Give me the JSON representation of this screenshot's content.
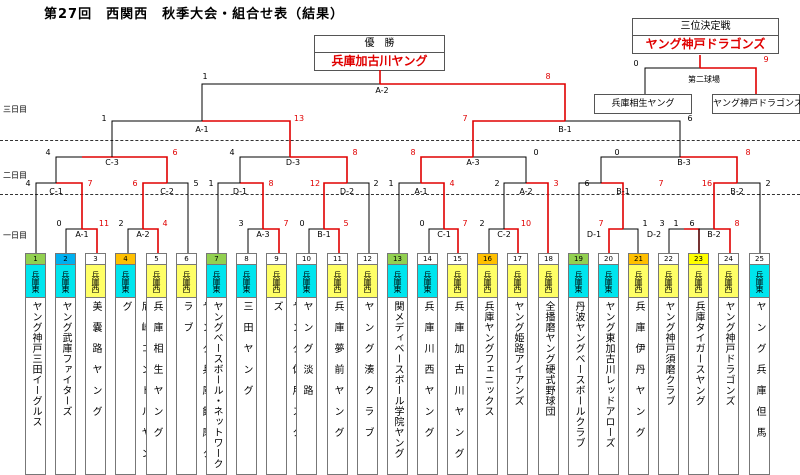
{
  "title": "第27回　西関西　秋季大会・組合せ表（結果）",
  "champion": {
    "label": "優　勝",
    "team": "兵庫加古川ヤング"
  },
  "third_place": {
    "label": "三位決定戦",
    "winner": "ヤング神戸ドラゴンズ",
    "venue": "第二球場",
    "team_left": "兵庫相生ヤング",
    "team_right": "ヤング神戸ドラゴンズ",
    "score_left": "0",
    "score_right": "9"
  },
  "days": [
    "三日目",
    "二日目",
    "一日目"
  ],
  "match_labels": {
    "a2": "A-2",
    "b1_final": "B-1",
    "a1_semi": "A-1",
    "c3": "C-3",
    "d3": "D-3",
    "a3": "A-3",
    "b3": "B-3",
    "c1": "C-1",
    "c2": "C-2",
    "d1": "D-1",
    "d2": "D-2",
    "a1_r2": "A-1",
    "a2_r2": "A-2",
    "b1_r2": "B-1",
    "b2_r2": "B-2",
    "a1_r1": "A-1",
    "a2_r1": "A-2",
    "a3_r1": "A-3",
    "b1_r1": "B-1",
    "c1_r1": "C-1",
    "c2_r1": "C-2",
    "d1_r1": "D-1",
    "d2_r1": "D-2",
    "b2_r1": "B-2"
  },
  "scores": {
    "final_l": "1",
    "final_r": "8",
    "semi1_l": "1",
    "semi1_r": "13",
    "semi2_l": "7",
    "semi2_r": "6",
    "c3_l": "4",
    "c3_r": "6",
    "d3_l": "4",
    "d3_r": "8",
    "a3_l": "8",
    "a3_r": "0",
    "b3_l": "0",
    "b3_r": "8",
    "c1_l": "4",
    "c1_r": "7",
    "c2_l": "6",
    "c2_r": "5",
    "d1_l": "1",
    "d1_r": "8",
    "d2_l": "12",
    "d2_r": "2",
    "a1_l": "1",
    "a1_r": "4",
    "a2_l": "2",
    "a2_r": "3",
    "b1_l": "6",
    "b1_r": "7",
    "b2_l": "16",
    "b2_r": "2",
    "r1_1_l": "0",
    "r1_1_r": "11",
    "r1_2_l": "2",
    "r1_2_r": "4",
    "r1_3_l": "3",
    "r1_3_r": "7",
    "r1_4_l": "0",
    "r1_4_r": "5",
    "r1_5_l": "0",
    "r1_5_r": "7",
    "r1_6_l": "2",
    "r1_6_r": "10",
    "r1_7_l": "7",
    "r1_7_r": "1",
    "r1_8_l": "3",
    "r1_8_r": "1",
    "r1_9_l": "6",
    "r1_9_r": "8"
  },
  "colors": {
    "win": "#e00000",
    "line": "#000000",
    "east": "#00e5ee",
    "west": "#ffff66",
    "seed_green": "#92d050",
    "seed_blue": "#00b0f0",
    "seed_orange": "#ffc000",
    "seed_yellow": "#ffff00"
  },
  "teams": [
    {
      "num": "1",
      "section": "兵庫東",
      "name": "ヤング神戸三田イーグルス",
      "num_color": "seed_green",
      "sec_color": "east"
    },
    {
      "num": "2",
      "section": "兵庫東",
      "name": "ヤング武庫ファイターズ",
      "num_color": "seed_blue",
      "sec_color": "east"
    },
    {
      "num": "3",
      "section": "兵庫西",
      "name": "美　嚢　路　ヤ　ン　グ",
      "num_color": "",
      "sec_color": "west"
    },
    {
      "num": "4",
      "section": "兵庫東",
      "name": "尼　崎　コ　ン　ド　ル　ヤ　ン　グ",
      "num_color": "seed_orange",
      "sec_color": "east"
    },
    {
      "num": "5",
      "section": "兵庫西",
      "name": "兵　庫　相　生　ヤ　ン　グ",
      "num_color": "",
      "sec_color": "west"
    },
    {
      "num": "6",
      "section": "兵庫西",
      "name": "ヤ　ン　グ　兵　庫　飾　磨　ク　ラ　ブ",
      "num_color": "",
      "sec_color": "west"
    },
    {
      "num": "7",
      "section": "兵庫東",
      "name": "ヤングベースボール・ネットワーク",
      "num_color": "seed_green",
      "sec_color": "east"
    },
    {
      "num": "8",
      "section": "兵庫東",
      "name": "三　田　ヤ　ン　グ",
      "num_color": "",
      "sec_color": "east"
    },
    {
      "num": "9",
      "section": "兵庫西",
      "name": "ヤ　ン　グ　佐　用　ス　タ　ー　ズ",
      "num_color": "",
      "sec_color": "west"
    },
    {
      "num": "10",
      "section": "兵庫東",
      "name": "ヤ　ン　グ　淡　路",
      "num_color": "",
      "sec_color": "east"
    },
    {
      "num": "11",
      "section": "兵庫西",
      "name": "兵　庫　夢　前　ヤ　ン　グ",
      "num_color": "",
      "sec_color": "west"
    },
    {
      "num": "12",
      "section": "兵庫西",
      "name": "ヤ　ン　グ　湊　ク　ラ　ブ",
      "num_color": "",
      "sec_color": "west"
    },
    {
      "num": "13",
      "section": "兵庫東",
      "name": "関メディベースボール学院ヤング",
      "num_color": "seed_green",
      "sec_color": "east"
    },
    {
      "num": "14",
      "section": "兵庫東",
      "name": "兵　庫　川　西　ヤ　ン　グ",
      "num_color": "",
      "sec_color": "east"
    },
    {
      "num": "15",
      "section": "兵庫西",
      "name": "兵　庫　加　古　川　ヤ　ン　グ",
      "num_color": "",
      "sec_color": "west"
    },
    {
      "num": "16",
      "section": "兵庫西",
      "name": "兵庫ヤングフェニックス",
      "num_color": "seed_orange",
      "sec_color": "west"
    },
    {
      "num": "17",
      "section": "兵庫西",
      "name": "ヤング姫路アイアンズ",
      "num_color": "",
      "sec_color": "west"
    },
    {
      "num": "18",
      "section": "兵庫西",
      "name": "全播磨ヤング硬式野球団",
      "num_color": "",
      "sec_color": "west"
    },
    {
      "num": "19",
      "section": "兵庫東",
      "name": "丹波ヤングベースボールクラブ",
      "num_color": "seed_green",
      "sec_color": "east"
    },
    {
      "num": "20",
      "section": "兵庫東",
      "name": "ヤング東加古川レッドアローズ",
      "num_color": "",
      "sec_color": "east"
    },
    {
      "num": "21",
      "section": "兵庫西",
      "name": "兵　庫　伊　丹　ヤ　ン　グ",
      "num_color": "seed_orange",
      "sec_color": "west"
    },
    {
      "num": "22",
      "section": "兵庫西",
      "name": "ヤング神戸須磨クラブ",
      "num_color": "",
      "sec_color": "west"
    },
    {
      "num": "23",
      "section": "兵庫西",
      "name": "兵庫タイガースヤング",
      "num_color": "seed_yellow",
      "sec_color": "west"
    },
    {
      "num": "24",
      "section": "兵庫西",
      "name": "ヤング神戸ドラゴンズ",
      "num_color": "",
      "sec_color": "west"
    },
    {
      "num": "25",
      "section": "兵庫東",
      "name": "ヤ　ン　グ　兵　庫　但　馬",
      "num_color": "",
      "sec_color": "east"
    }
  ]
}
